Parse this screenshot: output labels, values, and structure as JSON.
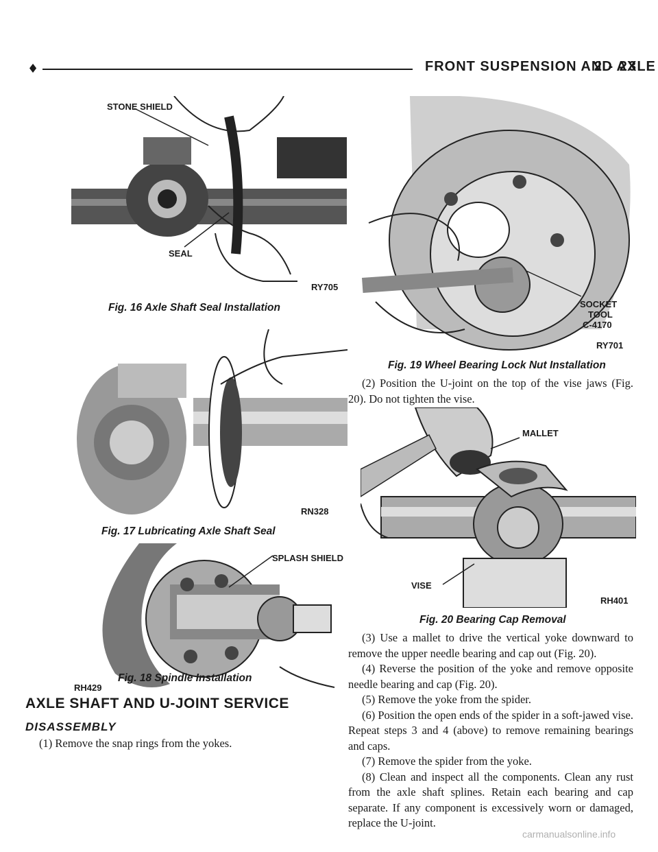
{
  "header": {
    "diamond": "♦",
    "title": "FRONT SUSPENSION AND AXLE",
    "page_number": "2 - 23"
  },
  "figures": {
    "fig16": {
      "label_stone_shield": "STONE SHIELD",
      "label_seal": "SEAL",
      "code": "RY705",
      "caption": "Fig. 16 Axle Shaft Seal Installation"
    },
    "fig17": {
      "code": "RN328",
      "caption": "Fig. 17 Lubricating Axle Shaft Seal"
    },
    "fig18": {
      "label_splash_shield": "SPLASH SHIELD",
      "code": "RH429",
      "caption": "Fig. 18 Spindle Installation"
    },
    "fig19": {
      "label_socket_line1": "SOCKET",
      "label_socket_line2": "TOOL",
      "label_socket_line3": "C-4170",
      "code": "RY701",
      "caption": "Fig. 19 Wheel Bearing Lock Nut Installation"
    },
    "fig20": {
      "label_mallet": "MALLET",
      "label_vise": "VISE",
      "code": "RH401",
      "caption": "Fig. 20 Bearing Cap Removal"
    }
  },
  "section": {
    "title": "AXLE SHAFT AND U-JOINT SERVICE",
    "subhead": "DISASSEMBLY",
    "step1": "(1) Remove the snap rings from the yokes."
  },
  "right_text": {
    "step2": "(2) Position the U-joint on the top of the vise jaws (Fig. 20). Do not tighten the vise.",
    "steps": [
      "(3) Use a mallet to drive the vertical yoke downward to remove the upper needle bearing and cap out (Fig. 20).",
      "(4) Reverse the position of the yoke and remove opposite needle bearing and cap (Fig. 20).",
      "(5) Remove the yoke from the spider.",
      "(6) Position the open ends of the spider in a soft-jawed vise. Repeat steps 3 and 4 (above) to remove remaining bearings and caps.",
      "(7) Remove the spider from the yoke.",
      "(8) Clean and inspect all the components. Clean any rust from the axle shaft splines. Retain each bearing and cap separate. If any component is excessively worn or damaged, replace the U-joint."
    ]
  },
  "watermark": "carmanualsonline.info"
}
